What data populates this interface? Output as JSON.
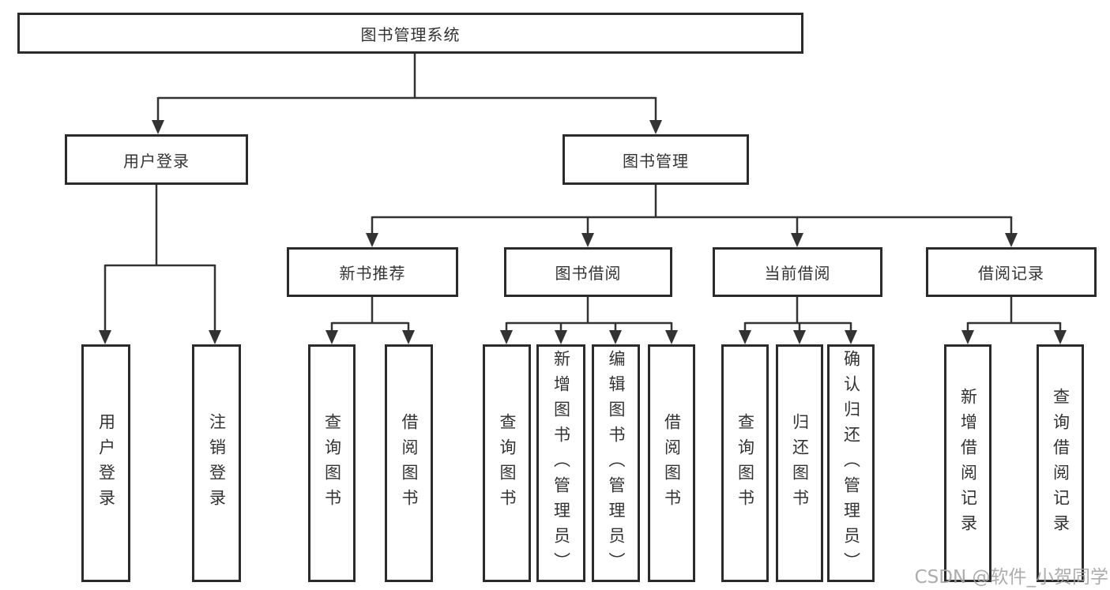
{
  "tree": {
    "label": "图书管理系统",
    "children": [
      {
        "label": "用户登录",
        "children": [
          {
            "label": "用户登录"
          },
          {
            "label": "注销登录"
          }
        ]
      },
      {
        "label": "图书管理",
        "children": [
          {
            "label": "新书推荐",
            "children": [
              {
                "label": "查询图书"
              },
              {
                "label": "借阅图书"
              }
            ]
          },
          {
            "label": "图书借阅",
            "children": [
              {
                "label": "查询图书"
              },
              {
                "label": "新增图书（管理员）"
              },
              {
                "label": "编辑图书（管理员）"
              },
              {
                "label": "借阅图书"
              }
            ]
          },
          {
            "label": "当前借阅",
            "children": [
              {
                "label": "查询图书"
              },
              {
                "label": "归还图书"
              },
              {
                "label": "确认归还（管理员）"
              }
            ]
          },
          {
            "label": "借阅记录",
            "children": [
              {
                "label": "新增借阅记录"
              },
              {
                "label": "查询借阅记录"
              }
            ]
          }
        ]
      }
    ]
  },
  "watermark": {
    "text": "CSDN @软件_小贺同学"
  },
  "colors": {
    "line": "#333333",
    "box_border": "#2b2b2b",
    "text": "#333333",
    "watermark": "#a3a3a3",
    "background": "#ffffff"
  }
}
